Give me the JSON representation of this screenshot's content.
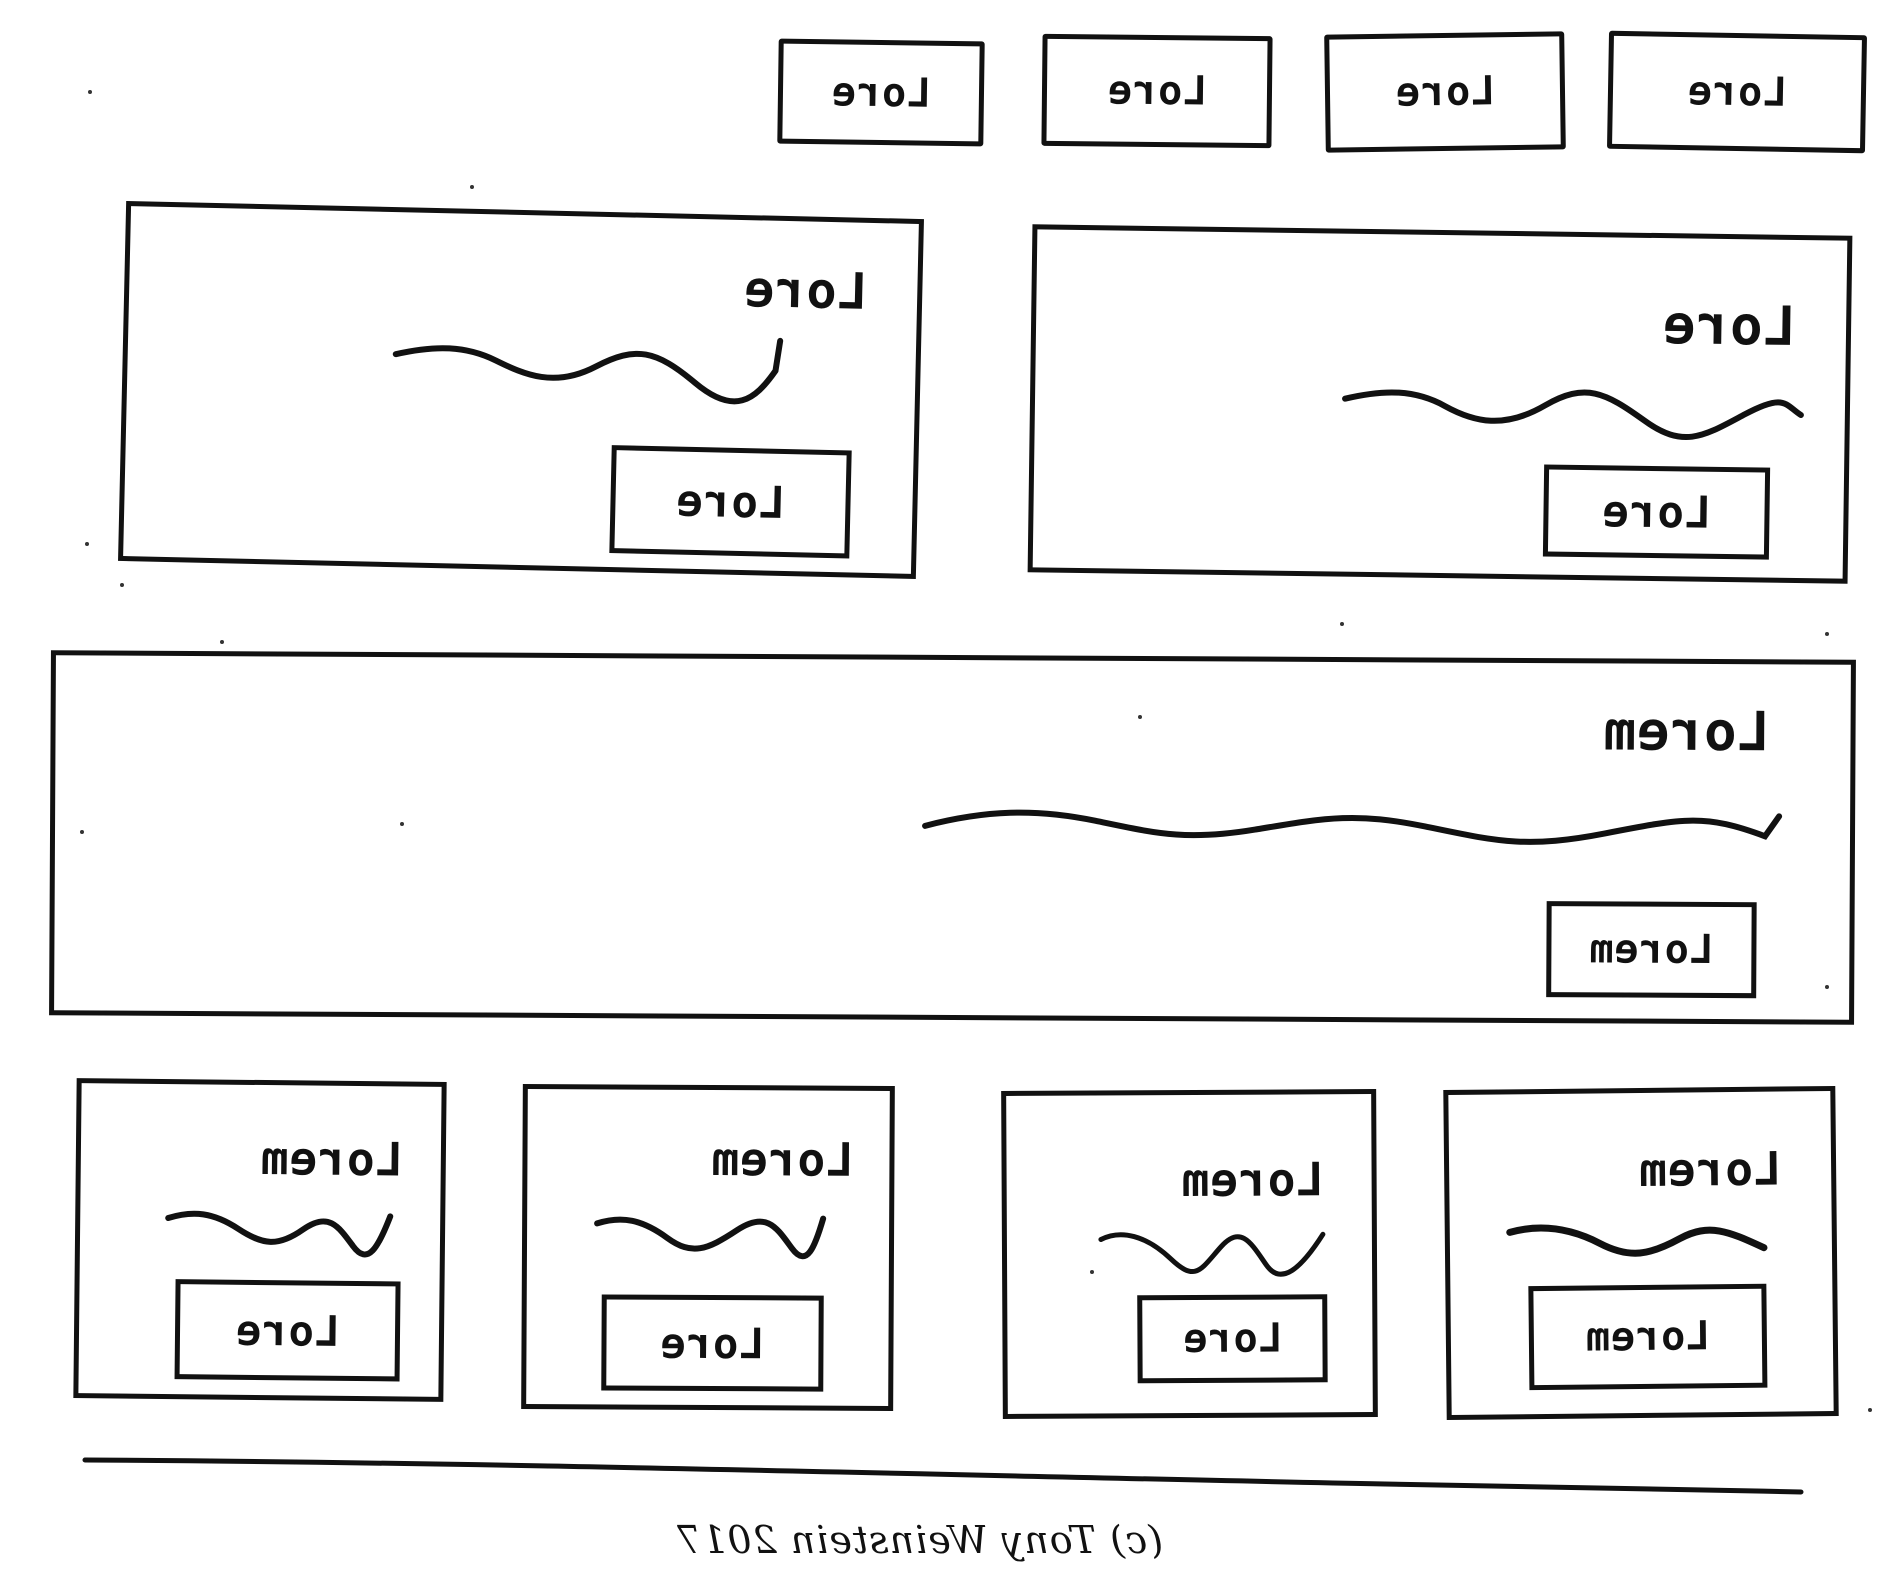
{
  "nav": {
    "buttons": [
      {
        "label": "Lore"
      },
      {
        "label": "Lore"
      },
      {
        "label": "Lore"
      },
      {
        "label": "Lore"
      }
    ]
  },
  "hero_cards": [
    {
      "heading": "Lore",
      "button_label": "Lore"
    },
    {
      "heading": "Lore",
      "button_label": "Lore"
    }
  ],
  "banner": {
    "heading": "Lorem",
    "button_label": "Lorem"
  },
  "small_cards": [
    {
      "heading": "Lorem",
      "button_label": "Lore"
    },
    {
      "heading": "Lorem",
      "button_label": "Lore"
    },
    {
      "heading": "Lorem",
      "button_label": "Lore"
    },
    {
      "heading": "Lorem",
      "button_label": "Lorem"
    }
  ],
  "footer": {
    "copyright": "(c) Tony Weinstein 2017"
  },
  "colors": {
    "ink": "#111111",
    "paper": "#ffffff"
  }
}
